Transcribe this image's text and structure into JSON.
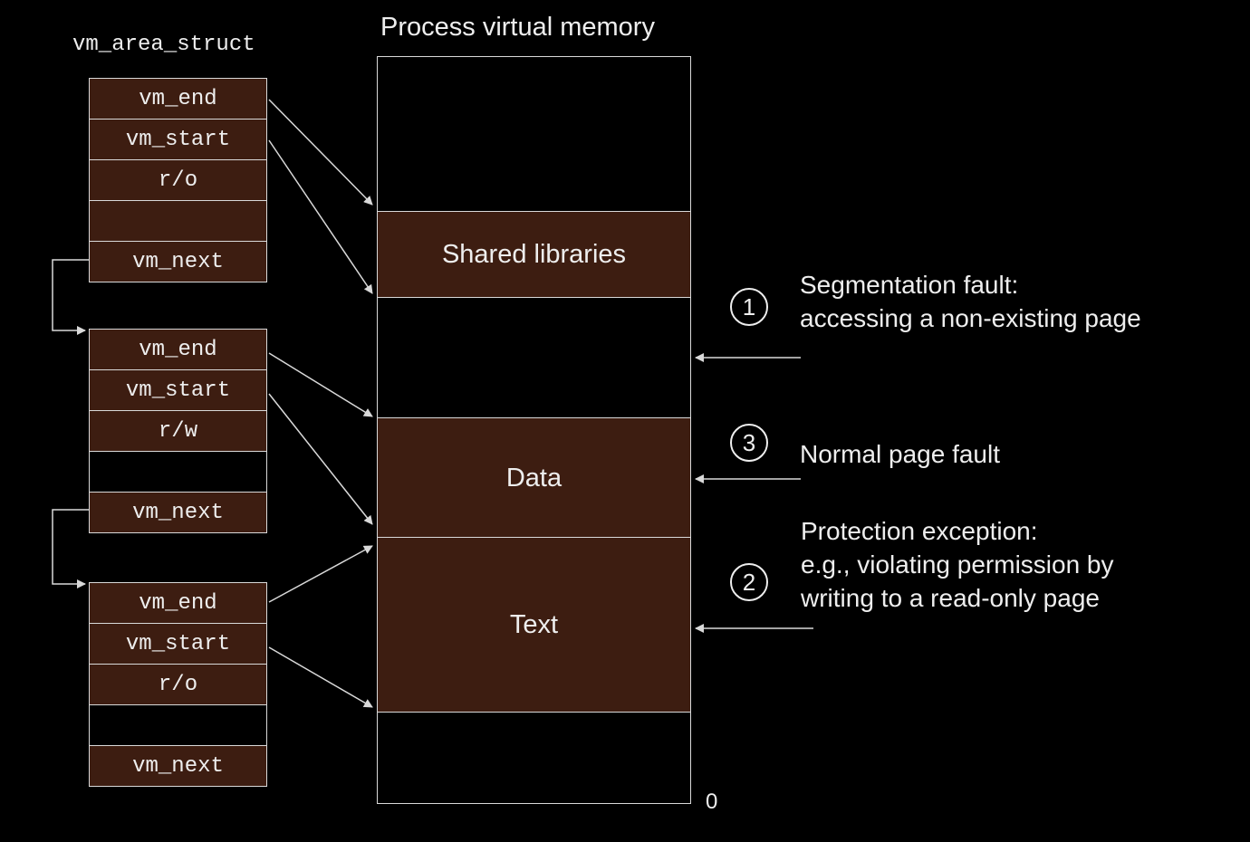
{
  "struct_title": "vm_area_struct",
  "memory_title": "Process virtual memory",
  "structs": [
    {
      "fields": [
        "vm_end",
        "vm_start",
        "r/o",
        "",
        "vm_next"
      ]
    },
    {
      "fields": [
        "vm_end",
        "vm_start",
        "r/w",
        "",
        "vm_next"
      ]
    },
    {
      "fields": [
        "vm_end",
        "vm_start",
        "r/o",
        "",
        "vm_next"
      ]
    }
  ],
  "segments": {
    "shared": "Shared libraries",
    "data": "Data",
    "text": "Text"
  },
  "zero_label": "0",
  "faults": [
    {
      "number": "1",
      "line1": "Segmentation fault:",
      "line2": "accessing a non-existing page"
    },
    {
      "number": "3",
      "line1": "Normal page fault"
    },
    {
      "number": "2",
      "line1": "Protection exception:",
      "line2": "e.g., violating permission by",
      "line3": "writing to a read-only page"
    }
  ]
}
